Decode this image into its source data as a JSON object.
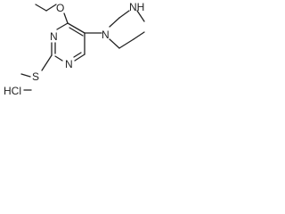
{
  "molecule": {
    "atoms": {
      "O": "O",
      "N_ring_top": "N",
      "N_ring_bottom": "N",
      "N_piperazine": "N",
      "NH_piperazine": "NH",
      "S": "S"
    },
    "salt": "HCl"
  }
}
